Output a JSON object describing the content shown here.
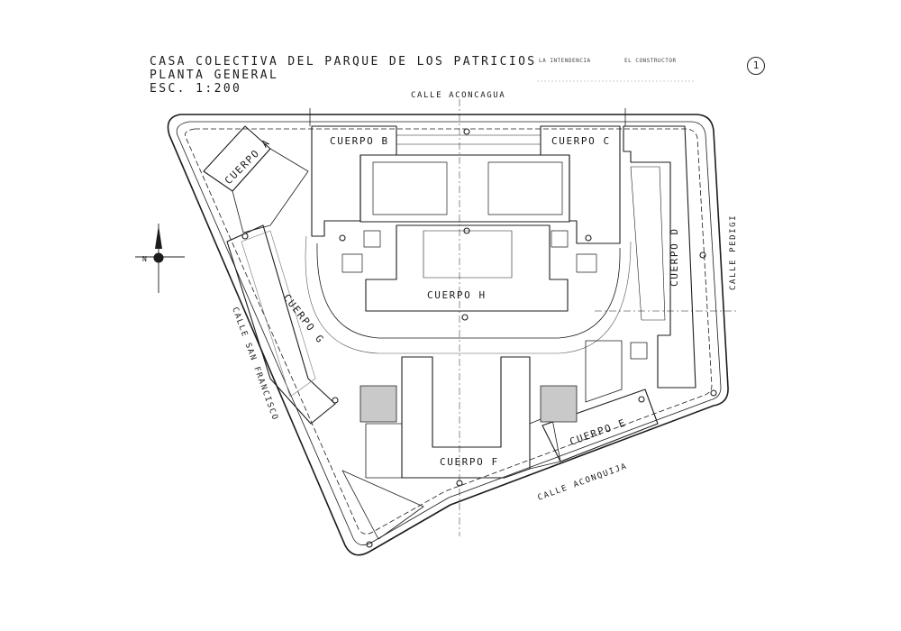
{
  "title_block": {
    "line1": "CASA COLECTIVA DEL PARQUE DE LOS PATRICIOS",
    "line2": "PLANTA GENERAL",
    "line3": "ESC. 1:200",
    "sheet_number": "1"
  },
  "signatures": {
    "left": "LA INTENDENCIA",
    "right": "EL CONSTRUCTOR"
  },
  "streets": {
    "north": "CALLE ACONCAGUA",
    "east": "CALLE PEDIGI",
    "west": "CALLE SAN FRANCISCO",
    "south": "CALLE ACONQUIJA"
  },
  "blocks": {
    "a": "CUERPO A",
    "b": "CUERPO B",
    "c": "CUERPO C",
    "d": "CUERPO D",
    "e": "CUERPO E",
    "f": "CUERPO F",
    "g": "CUERPO G",
    "h": "CUERPO H"
  },
  "north_arrow": {
    "label": "N"
  },
  "colors": {
    "ink": "#1c1c1c",
    "paper": "#ffffff",
    "hatch": "#777777"
  }
}
